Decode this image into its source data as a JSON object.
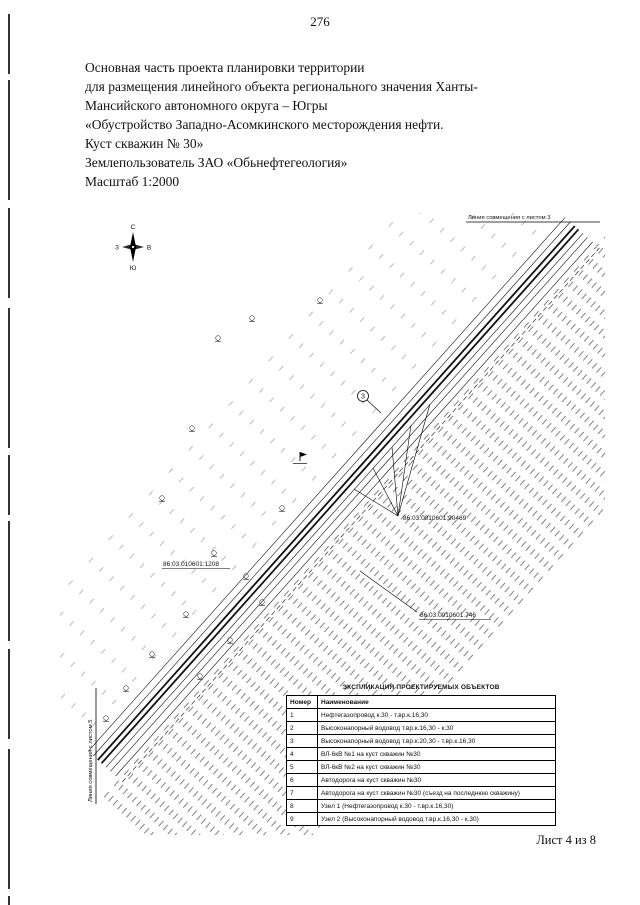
{
  "page": {
    "number": "276",
    "sheet_label": "Лист 4 из 8"
  },
  "header": {
    "line1": "Основная часть проекта планировки территории",
    "line2": "для размещения линейного объекта регионального значения Ханты-",
    "line3": "Мансийского автономного округа – Югры",
    "line4": "«Обустройство Западно-Асомкинского месторождения нефти.",
    "line5": "Куст скважин № 30»",
    "line6": "Землепользователь ЗАО «Обьнефтегеология»",
    "line7": "Масштаб 1:2000"
  },
  "map": {
    "match_line_top": "Линия совмещения с листом 3",
    "match_line_bottom": "Линия совмещения с листом 5",
    "parcel_90469": "86:03:0010601:90469",
    "parcel_1208": "86:03.010601:1208",
    "parcel_746": "86:03:0010601.746",
    "point_3": "3",
    "compass": {
      "n": "С",
      "s": "Ю",
      "w": "З",
      "e": "В"
    }
  },
  "table": {
    "title": "ЭКСПЛИКАЦИЯ ПРОЕКТИРУЕМЫХ ОБЪЕКТОВ",
    "col_num": "Номер",
    "col_name": "Наименование",
    "rows": [
      {
        "num": "1",
        "name": "Нефтегазопровод к.30 - т.вр.к.16,30"
      },
      {
        "num": "2",
        "name": "Высоконапорный водовод т.вр.к.16,30 - к.30"
      },
      {
        "num": "3",
        "name": "Высоконапорный водовод т.вр.к.20,30 - т.вр.к.16,30"
      },
      {
        "num": "4",
        "name": "ВЛ-6кВ №1 на куст скважин №30"
      },
      {
        "num": "5",
        "name": "ВЛ-6кВ №2 на куст скважин №30"
      },
      {
        "num": "6",
        "name": "Автодорога на куст скважин №30"
      },
      {
        "num": "7",
        "name": "Автодорога на куст скважин №30 (съезд на последнюю скважину)"
      },
      {
        "num": "8",
        "name": "Узел 1 (Нефтегазопровод к.30 - т.вр.к.16,30)"
      },
      {
        "num": "9",
        "name": "Узел 2 (Высоконапорный водовод т.вр.к.16,30 - к.30)"
      }
    ]
  }
}
